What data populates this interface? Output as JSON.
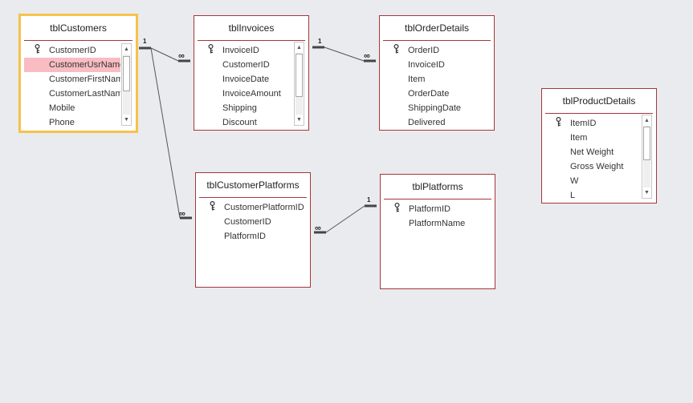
{
  "tables": {
    "tblCustomers": {
      "title": "tblCustomers",
      "fields": [
        "CustomerID",
        "CustomerUsrName",
        "CustomerFirstName",
        "CustomerLastName",
        "Mobile",
        "Phone"
      ]
    },
    "tblInvoices": {
      "title": "tblInvoices",
      "fields": [
        "InvoiceID",
        "CustomerID",
        "InvoiceDate",
        "InvoiceAmount",
        "Shipping",
        "Discount"
      ]
    },
    "tblOrderDetails": {
      "title": "tblOrderDetails",
      "fields": [
        "OrderID",
        "InvoiceID",
        "Item",
        "OrderDate",
        "ShippingDate",
        "Delivered"
      ]
    },
    "tblProductDetails": {
      "title": "tblProductDetails",
      "fields": [
        "ItemID",
        "Item",
        "Net Weight",
        "Gross Weight",
        "W",
        "L"
      ]
    },
    "tblCustomerPlatforms": {
      "title": "tblCustomerPlatforms",
      "fields": [
        "CustomerPlatformID",
        "CustomerID",
        "PlatformID"
      ]
    },
    "tblPlatforms": {
      "title": "tblPlatforms",
      "fields": [
        "PlatformID",
        "PlatformName"
      ]
    }
  },
  "relationships": {
    "one_label": "1",
    "many_label": "∞"
  },
  "colors": {
    "table_border": "#a4373a",
    "selected_border": "#f7c24b",
    "selected_field": "#f8bcc2",
    "canvas": "#e9ebef"
  },
  "icons": {
    "primary_key": "key-icon",
    "scroll_up": "scroll-up-arrow-icon",
    "scroll_down": "scroll-down-arrow-icon"
  }
}
